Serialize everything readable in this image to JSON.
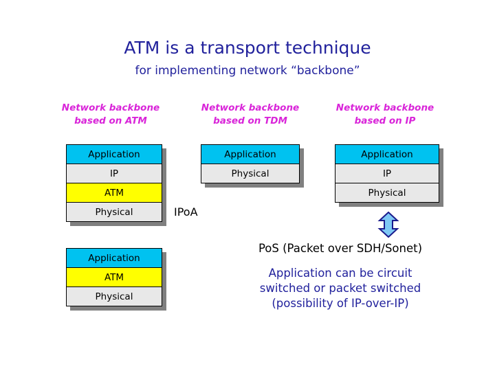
{
  "slide": {
    "background_color": "#ffffff",
    "title": "ATM is a transport technique",
    "subtitle": "for implementing network “backbone”",
    "title_color": "#21219c"
  },
  "columns": [
    {
      "id": "atm",
      "heading_line1": "Network backbone",
      "heading_line2": "based on ATM",
      "heading_color": "#d925d9",
      "layers": [
        {
          "label": "Application",
          "color": "#00c2f0"
        },
        {
          "label": "IP",
          "color": "#e8e8e8"
        },
        {
          "label": "ATM",
          "color": "#ffff00"
        },
        {
          "label": "Physical",
          "color": "#e8e8e8"
        }
      ]
    },
    {
      "id": "tdm",
      "heading_line1": "Network backbone",
      "heading_line2": "based on TDM",
      "heading_color": "#d925d9",
      "layers": [
        {
          "label": "Application",
          "color": "#00c2f0"
        },
        {
          "label": "Physical",
          "color": "#e8e8e8"
        }
      ]
    },
    {
      "id": "ip",
      "heading_line1": "Network backbone",
      "heading_line2": "based on IP",
      "heading_color": "#d925d9",
      "layers": [
        {
          "label": "Application",
          "color": "#00c2f0"
        },
        {
          "label": "IP",
          "color": "#e8e8e8"
        },
        {
          "label": "Physical",
          "color": "#e8e8e8"
        }
      ]
    }
  ],
  "bottom_stack": {
    "layers": [
      {
        "label": "Application",
        "color": "#00c2f0"
      },
      {
        "label": "ATM",
        "color": "#ffff00"
      },
      {
        "label": "Physical",
        "color": "#e8e8e8"
      }
    ]
  },
  "annotations": {
    "ipoa": "IPoA",
    "pos": "PoS (Packet over SDH/Sonet)",
    "note_line1": "Application can be circuit",
    "note_line2": "switched or packet switched",
    "note_line3": "(possibility of IP-over-IP)",
    "note_color": "#21219c",
    "arrow_fill": "#7ec8f5",
    "arrow_stroke": "#1a1a8c"
  }
}
